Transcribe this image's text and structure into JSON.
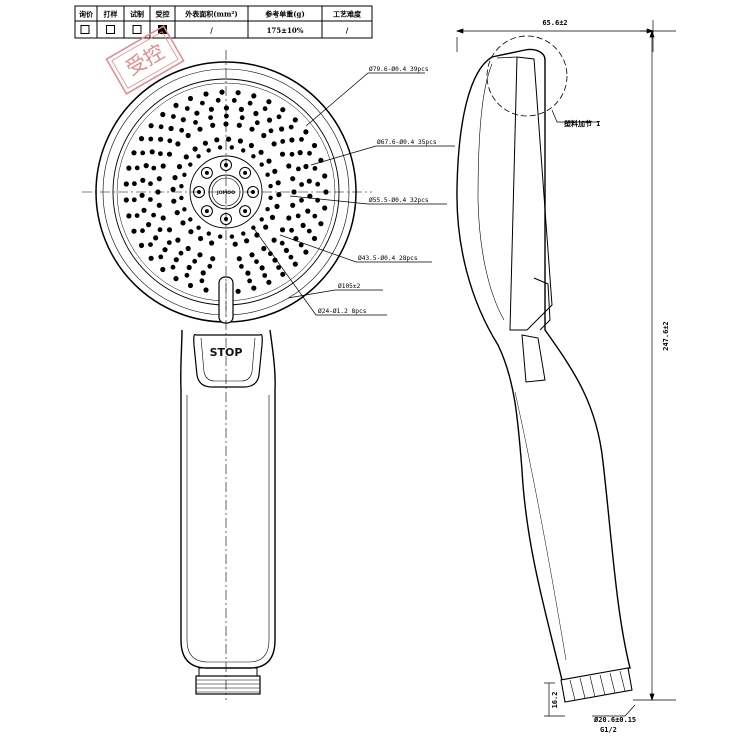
{
  "title_block": {
    "headers": [
      "询价",
      "打样",
      "试制",
      "受控",
      "外表面积(mm²)",
      "参考单重(g)",
      "工艺难度"
    ],
    "values": [
      "/",
      "175±10%",
      "/"
    ],
    "checkbox_state": [
      "empty",
      "empty",
      "empty",
      "filled"
    ]
  },
  "stamp": {
    "text": "受控"
  },
  "face": {
    "stop_label": "STOP",
    "brand": "JOMOO",
    "callouts": [
      "Ø79.6-Ø0.4 39pcs",
      "Ø67.6-Ø0.4 35pcs",
      "Ø55.5-Ø0.4 32pcs",
      "Ø43.5-Ø0.4 28pcs",
      "Ø105±2",
      "Ø24-Ø1.2 8pcs"
    ]
  },
  "side": {
    "width_dim": "65.6±2",
    "height_dim": "247.6±2",
    "detail_note": "塑料加节 I",
    "thread_len": "16.2",
    "thread_dia": "Ø20.6±0.15",
    "thread_spec": "G1/2"
  },
  "colors": {
    "line": "#000000",
    "stamp": "#e28a8a"
  }
}
